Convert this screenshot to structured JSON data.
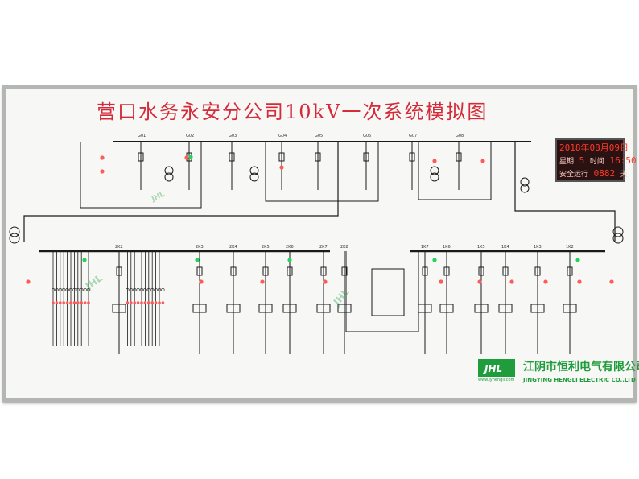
{
  "title": "营口水务永安分公司10kV一次系统模拟图",
  "clock": {
    "date_row": "2018年08月09日",
    "week_label": "星期",
    "week_value": "5",
    "time_label": "时间",
    "time_value": "16:50",
    "safety_label": "安全运行",
    "days_value": "0882",
    "days_unit": "天"
  },
  "company": {
    "name_cn": "江阴市恒利电气有限公司",
    "name_en": "JINGYING HENGLI ELECTRIC CO.,LTD",
    "logo_text": "JHL",
    "website": "www.jyhengli.com"
  },
  "feeders": {
    "top_labels": [
      "G01",
      "G02",
      "G03",
      "G04",
      "G05",
      "G06",
      "G07",
      "G08"
    ],
    "bottom_labels": [
      "2K2",
      "2K3",
      "2K4",
      "2K5",
      "2K6",
      "2K7",
      "2K8",
      "1K7",
      "1K6",
      "1K5",
      "1K4",
      "1K3",
      "1K2"
    ]
  },
  "colors": {
    "title": "#d42b3a",
    "lines": "#1a1a1a",
    "lamp_red": "#ff5a5a",
    "lamp_green": "#28d15c",
    "company": "#1f9c3c"
  }
}
